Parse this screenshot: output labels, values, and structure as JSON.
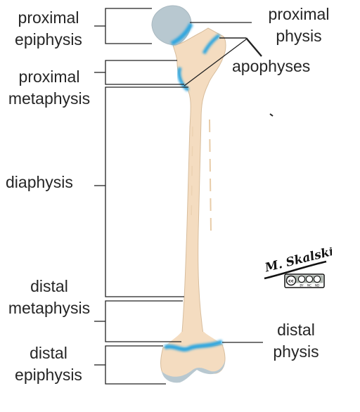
{
  "labels": {
    "proximal_epiphysis": [
      "proximal",
      "epiphysis"
    ],
    "proximal_metaphysis": [
      "proximal",
      "metaphysis"
    ],
    "diaphysis": "diaphysis",
    "distal_metaphysis": [
      "distal",
      "metaphysis"
    ],
    "distal_epiphysis": [
      "distal",
      "epiphysis"
    ],
    "proximal_physis": [
      "proximal",
      "physis"
    ],
    "apophyses": "apophyses",
    "distal_physis": [
      "distal",
      "physis"
    ]
  },
  "signature": "M. Skalski",
  "license_badge": {
    "cc": "cc",
    "items": [
      "BY",
      "NC",
      "ND"
    ]
  },
  "colors": {
    "bone": "#f4dcc0",
    "cartilage": "#b8c8d0",
    "physis": "#2fa6df",
    "bracket": "#222222"
  }
}
